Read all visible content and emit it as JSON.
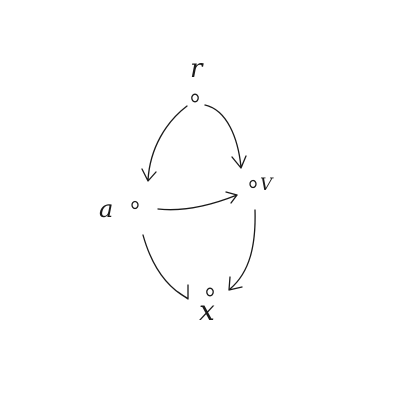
{
  "diagram": {
    "nodes": [
      {
        "id": "r",
        "label": "r"
      },
      {
        "id": "a",
        "label": "a"
      },
      {
        "id": "v",
        "label": "V"
      },
      {
        "id": "x",
        "label": "x"
      }
    ],
    "edges": [
      {
        "from": "r",
        "to": "a"
      },
      {
        "from": "r",
        "to": "v"
      },
      {
        "from": "a",
        "to": "v"
      },
      {
        "from": "a",
        "to": "x"
      },
      {
        "from": "v",
        "to": "x"
      }
    ]
  }
}
